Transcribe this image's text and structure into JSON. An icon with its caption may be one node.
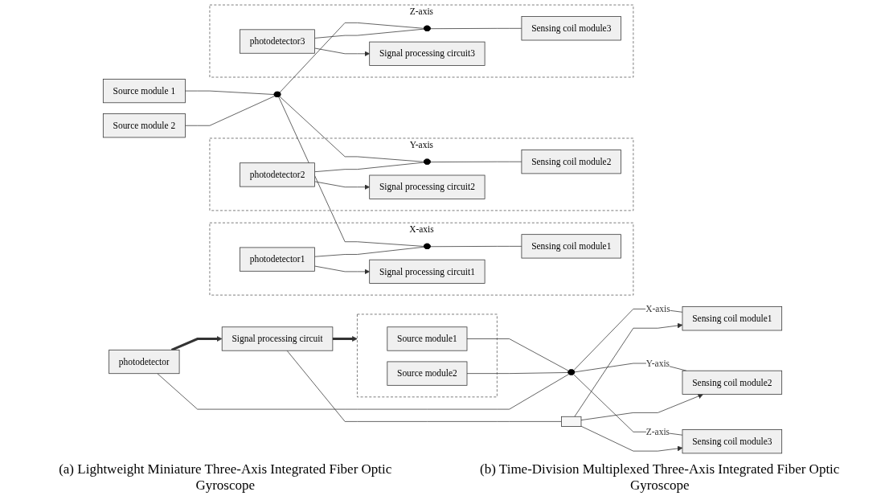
{
  "diagram": {
    "nodes": [
      {
        "text": [
          "Source module 1"
        ]
      },
      {
        "text": [
          "Source module 2"
        ]
      },
      {
        "text": [],
        "shape": "oval"
      },
      {
        "text": [
          "X-axis"
        ]
      },
      {
        "text": [
          "photodetector1"
        ],
        "in": 3
      },
      {
        "text": [],
        "shape": "oval",
        "in": 3
      },
      {
        "text": [
          "Sensing coil module1"
        ],
        "in": 3
      },
      {
        "text": [
          "Signal processing circuit1"
        ],
        "in": 3
      },
      {
        "text": [
          "Y-axis"
        ]
      },
      {
        "text": [
          "photodetector2"
        ],
        "in": 8
      },
      {
        "text": [],
        "shape": "oval",
        "in": 8
      },
      {
        "text": [
          "Sensing coil module2"
        ],
        "in": 8
      },
      {
        "text": [
          "Signal processing circuit2"
        ],
        "in": 8
      },
      {
        "text": [
          "Z-axis"
        ]
      },
      {
        "text": [
          "photodetector3"
        ],
        "in": 13
      },
      {
        "text": [],
        "shape": "oval",
        "in": 13
      },
      {
        "text": [
          "Sensing coil module3"
        ],
        "in": 13
      },
      {
        "text": [
          "Signal processing circuit3"
        ],
        "in": 13
      },
      {
        "text": [],
        "shape": "box"
      },
      {
        "text": [
          "Source module1"
        ],
        "in": 18
      },
      {
        "text": [
          "Source module2"
        ],
        "in": 18
      },
      {
        "text": [
          "photodetector"
        ]
      },
      {
        "text": [],
        "shape": "oval"
      },
      {
        "text": [
          "Sensing coil module1"
        ]
      },
      {
        "text": [
          "Sensing coil module2"
        ]
      },
      {
        "text": [
          "Sensing coil module3"
        ]
      },
      {
        "text": [
          "Signal processing circuit"
        ]
      },
      {
        "text": [],
        "shape": "box"
      }
    ],
    "edges": [
      {
        "from": 0,
        "to": 2,
        "arrow": "none"
      },
      {
        "from": 1,
        "to": 2,
        "arrow": "none"
      },
      {
        "from": 2,
        "to": 5,
        "arrow": "none"
      },
      {
        "from": 2,
        "to": 10,
        "arrow": "none"
      },
      {
        "from": 2,
        "to": 15,
        "arrow": "none"
      },
      {
        "from": 4,
        "to": 5,
        "arrow": "none"
      },
      {
        "from": 5,
        "to": 6,
        "arrow": "none"
      },
      {
        "from": 4,
        "to": 7,
        "arrow": "to"
      },
      {
        "from": 9,
        "to": 10,
        "arrow": "none"
      },
      {
        "from": 10,
        "to": 11,
        "arrow": "none"
      },
      {
        "from": 9,
        "to": 12,
        "arrow": "to"
      },
      {
        "from": 14,
        "to": 15,
        "arrow": "none"
      },
      {
        "from": 15,
        "to": 16,
        "arrow": "none"
      },
      {
        "from": 14,
        "to": 17,
        "arrow": "to"
      },
      {
        "from": 19,
        "to": 22,
        "arrow": "none"
      },
      {
        "from": 20,
        "to": 22,
        "arrow": "none"
      },
      {
        "from": 21,
        "to": 22,
        "arrow": "none"
      },
      {
        "from": 22,
        "to": 23,
        "arrow": "none",
        "label": "X-axis"
      },
      {
        "from": 22,
        "to": 24,
        "arrow": "none",
        "label": "Y-axis"
      },
      {
        "from": 22,
        "to": 25,
        "arrow": "none",
        "label": "Z-axis"
      },
      {
        "from": 21,
        "to": 26,
        "arrow": "to",
        "style": "thick"
      },
      {
        "from": 26,
        "to": 18,
        "arrow": "to",
        "style": "thick"
      },
      {
        "from": 26,
        "to": 27,
        "arrow": "none"
      },
      {
        "from": 27,
        "to": 25,
        "arrow": "to"
      },
      {
        "from": 27,
        "to": 24,
        "arrow": "to"
      },
      {
        "from": 27,
        "to": 23,
        "arrow": "to"
      }
    ],
    "labels": [
      "(a) Lightweight Miniature Three-Axis Integrated Fiber Optic Gyroscope",
      "(b) Time-Division Multiplexed Three-Axis Integrated Fiber Optic Gyroscope"
    ]
  }
}
